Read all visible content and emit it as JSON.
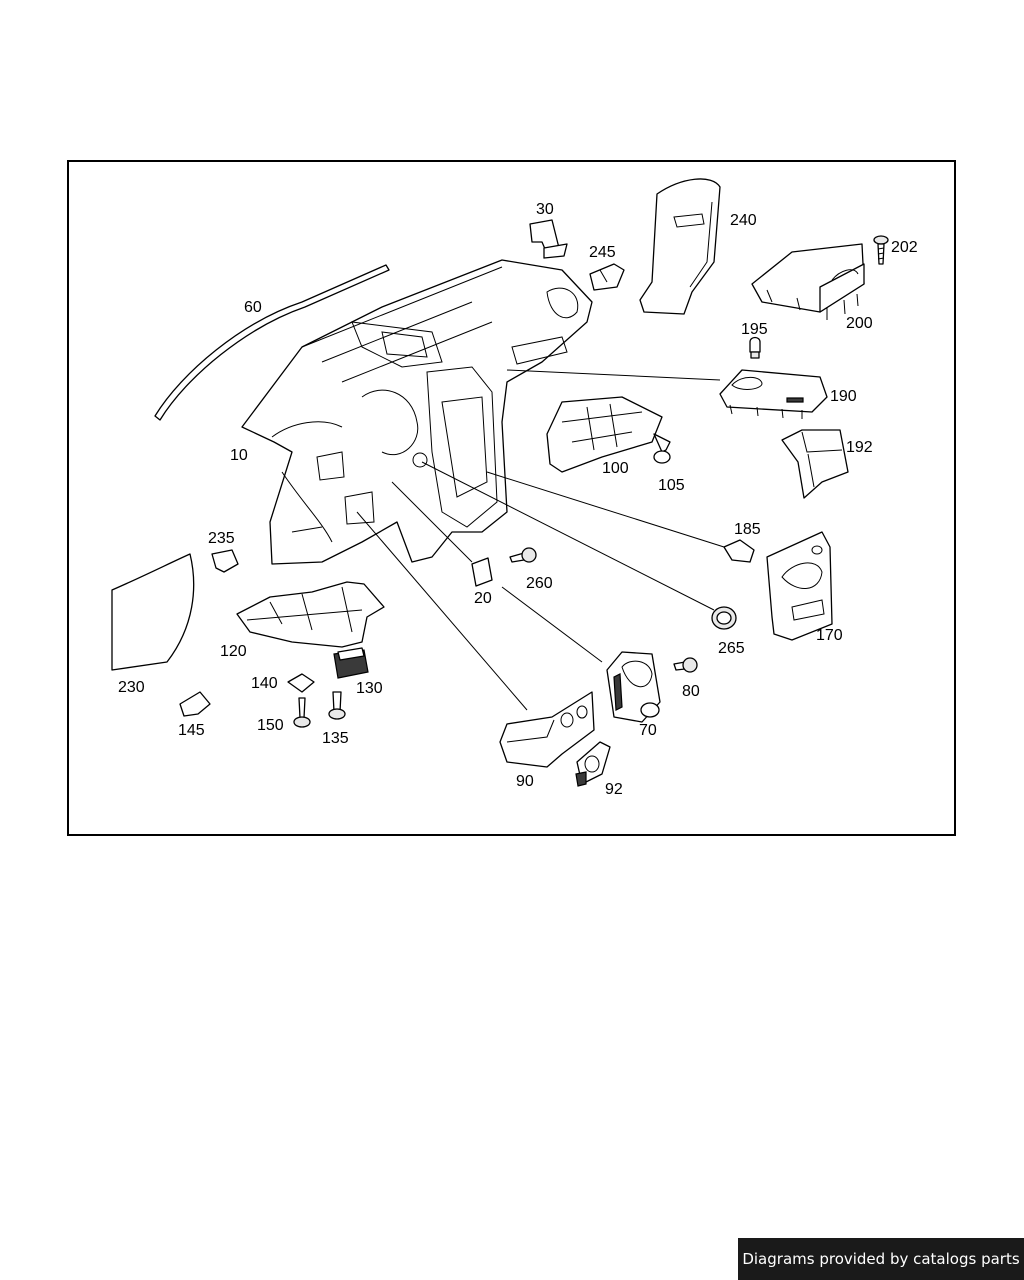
{
  "diagram": {
    "callouts": [
      "10",
      "20",
      "30",
      "60",
      "70",
      "80",
      "90",
      "92",
      "100",
      "105",
      "120",
      "130",
      "135",
      "140",
      "145",
      "150",
      "170",
      "185",
      "190",
      "192",
      "195",
      "200",
      "202",
      "230",
      "235",
      "240",
      "245",
      "260",
      "265"
    ]
  },
  "footer": {
    "credit": "Diagrams provided by catalogs parts"
  },
  "colors": {
    "badge_background": "#1a1a1a",
    "badge_text": "#ffffff",
    "line_art": "#000000"
  }
}
